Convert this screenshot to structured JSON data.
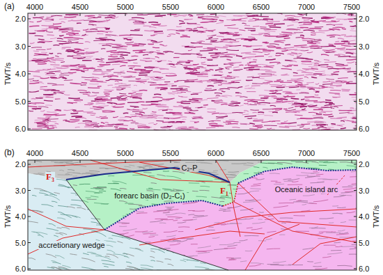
{
  "diagram": {
    "labels": [
      "(a)",
      "4000",
      "4500",
      "5000",
      "5500",
      "6000",
      "6500",
      "7000",
      "7500",
      "2.0",
      "3.0",
      "4.0",
      "5.0",
      "6.0",
      "2.0",
      "3.0",
      "4.0",
      "5.0",
      "6.0",
      "TWT/s",
      "TWT/s",
      "(b)",
      "4000",
      "4500",
      "5000",
      "5500",
      "6000",
      "6500",
      "7000",
      "7500",
      "2.0",
      "3.0",
      "4.0",
      "5.0",
      "6.0",
      "2.0",
      "3.0",
      "4.0",
      "5.0",
      "6.0",
      "TWT/s",
      "TWT/s",
      "C₂-P",
      "F₃",
      "F₁",
      "forearc basin (D₂-C₁)",
      "Oceanic island arc",
      "accretionary wedge"
    ]
  }
}
